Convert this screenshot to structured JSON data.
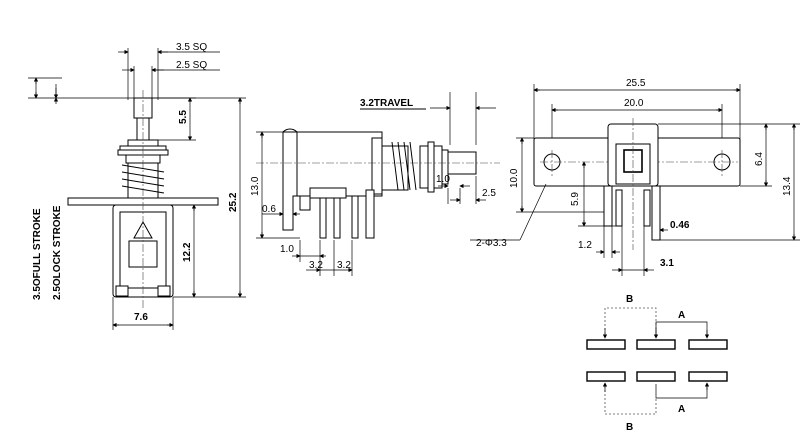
{
  "front_view": {
    "sq_outer": "3.5 SQ",
    "sq_inner": "2.5 SQ",
    "height_knob": "5.5",
    "height_total": "25.2",
    "height_body": "12.2",
    "width_body": "7.6",
    "full_stroke": "3.5OFULL STROKE",
    "lock_stroke": "2.5OLOCK STROKE"
  },
  "side_view": {
    "travel": "3.2TRAVEL",
    "height_body": "13.0",
    "offset_pin": "0.6",
    "pin_pitch_first": "1.0",
    "pin_pitch_a": "3.2",
    "pin_pitch_b": "3.2",
    "bush_gap": "1.0",
    "bush_len": "2.5"
  },
  "top_view": {
    "width_total": "25.5",
    "hole_pitch": "20.0",
    "height_flange": "10.0",
    "height_mid": "6.4",
    "height_total": "13.4",
    "pin_offset": "5.9",
    "hole_callout": "2-Φ3.3",
    "pin_width": "1.2",
    "pin_thickness": "0.46",
    "pin_spacing": "3.1"
  },
  "schematic": {
    "label_b_top": "B",
    "label_a_top": "A",
    "label_a_bottom": "A",
    "label_b_bottom": "B"
  }
}
